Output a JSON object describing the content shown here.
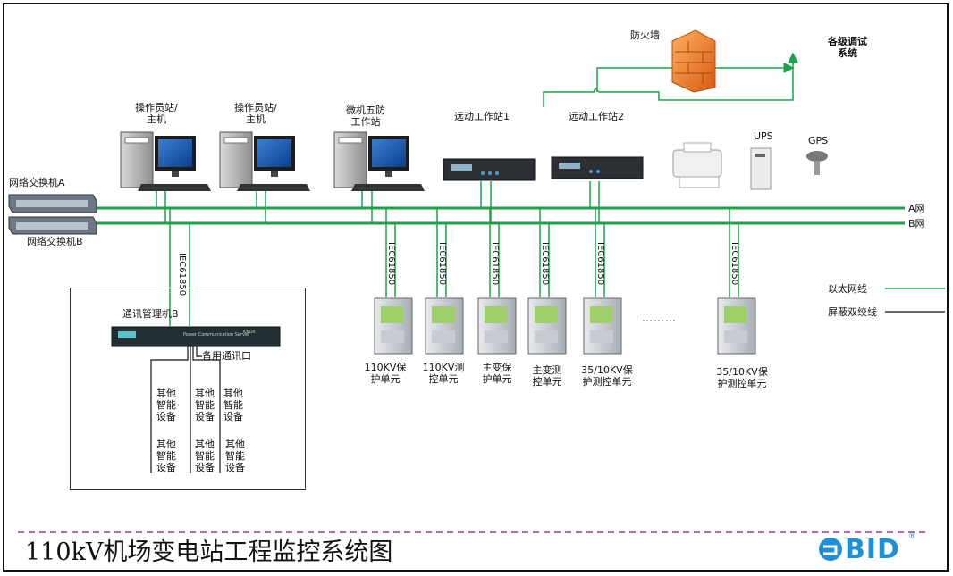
{
  "title": "110kV机场变电站工程监控系统图",
  "logo_text": "BID",
  "logo_mark": "®",
  "colors": {
    "ethernet": "#1aa34a",
    "shielded": "#111111",
    "dash": "#9b3a8c",
    "brand": "#1f8fd6",
    "firewall": "#f08020"
  },
  "switches": {
    "a": "网络交换机A",
    "b": "网络交换机B"
  },
  "networks": {
    "a": "A网",
    "b": "B网"
  },
  "operator_stations": [
    {
      "label": "操作员站/\n主机"
    },
    {
      "label": "操作员站/\n主机"
    }
  ],
  "five_defense": "微机五防\n工作站",
  "remote_stations": [
    "远动工作站1",
    "远动工作站2"
  ],
  "firewall": "防火墙",
  "dispatch": "各级调试\n系统",
  "peripherals": {
    "ups": "UPS",
    "gps": "GPS"
  },
  "protocol": "IEC61850",
  "gateway": {
    "name": "通讯管理机B",
    "spare_port": "备用通讯口",
    "device_caption": "Power Communication Server",
    "device_brand": "KBOX"
  },
  "smart_devices": [
    "其他\n智能\n设备",
    "其他\n智能\n设备",
    "其他\n智能\n设备",
    "其他\n智能\n设备",
    "其他\n智能\n设备",
    "其他\n智能\n设备"
  ],
  "units": [
    "110KV保\n护单元",
    "110KV测\n控单元",
    "主变保\n护单元",
    "主变测\n控单元",
    "35/10KV保\n护测控单元",
    "35/10KV保\n护测控单元"
  ],
  "ellipsis": "………",
  "legend": {
    "ethernet": "以太网线",
    "shielded": "屏蔽双绞线"
  }
}
